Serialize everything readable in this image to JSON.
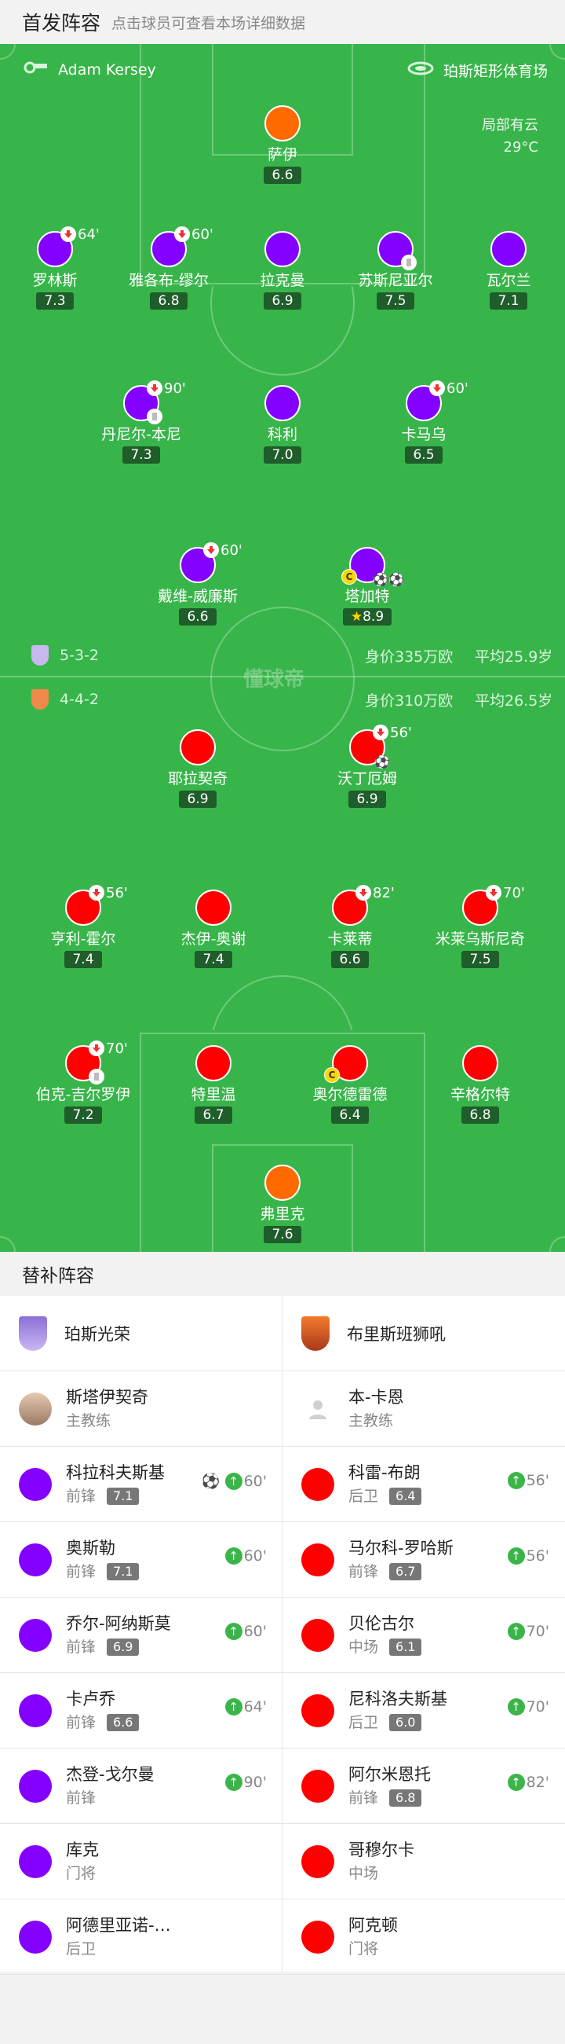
{
  "header": {
    "title": "首发阵容",
    "subtitle": "点击球员可查看本场详细数据"
  },
  "match": {
    "referee": "Adam Kersey",
    "venue": "珀斯矩形体育场",
    "weather": "局部有云",
    "temp": "29°C",
    "watermark": "懂球帝"
  },
  "home": {
    "formation": "5-3-2",
    "value": "身价335万欧",
    "age": "平均25.9岁",
    "players": [
      {
        "name": "萨伊",
        "rating": "6.6",
        "color": "orange"
      },
      {
        "name": "罗林斯",
        "rating": "7.3",
        "sub": "64'"
      },
      {
        "name": "雅各布-缪尔",
        "rating": "6.8",
        "sub": "60'"
      },
      {
        "name": "拉克曼",
        "rating": "6.9"
      },
      {
        "name": "苏斯尼亚尔",
        "rating": "7.5"
      },
      {
        "name": "瓦尔兰",
        "rating": "7.1"
      },
      {
        "name": "丹尼尔-本尼",
        "rating": "7.3",
        "sub": "90'"
      },
      {
        "name": "科利",
        "rating": "7.0"
      },
      {
        "name": "卡马乌",
        "rating": "6.5",
        "sub": "60'"
      },
      {
        "name": "戴维-威廉斯",
        "rating": "6.6",
        "sub": "60'"
      },
      {
        "name": "塔加特",
        "rating": "8.9",
        "captain": "C"
      }
    ]
  },
  "away": {
    "formation": "4-4-2",
    "value": "身价310万欧",
    "age": "平均26.5岁",
    "players": [
      {
        "name": "耶拉契奇",
        "rating": "6.9"
      },
      {
        "name": "沃丁厄姆",
        "rating": "6.9",
        "sub": "56'"
      },
      {
        "name": "亨利-霍尔",
        "rating": "7.4",
        "sub": "56'"
      },
      {
        "name": "杰伊-奥谢",
        "rating": "7.4"
      },
      {
        "name": "卡莱蒂",
        "rating": "6.6",
        "sub": "82'"
      },
      {
        "name": "米莱乌斯尼奇",
        "rating": "7.5",
        "sub": "70'"
      },
      {
        "name": "伯克-吉尔罗伊",
        "rating": "7.2",
        "sub": "70'"
      },
      {
        "name": "特里温",
        "rating": "6.7"
      },
      {
        "name": "奥尔德雷德",
        "rating": "6.4",
        "captain": "C"
      },
      {
        "name": "辛格尔特",
        "rating": "6.8"
      },
      {
        "name": "弗里克",
        "rating": "7.6",
        "color": "orange"
      }
    ]
  },
  "subs": {
    "title": "替补阵容",
    "home": {
      "team": "珀斯光荣",
      "coach": {
        "name": "斯塔伊契奇",
        "role": "主教练"
      },
      "players": [
        {
          "name": "科拉科夫斯基",
          "pos": "前锋",
          "rating": "7.1",
          "time": "60'"
        },
        {
          "name": "奥斯勒",
          "pos": "前锋",
          "rating": "7.1",
          "time": "60'"
        },
        {
          "name": "乔尔-阿纳斯莫",
          "pos": "前锋",
          "rating": "6.9",
          "time": "60'"
        },
        {
          "name": "卡卢乔",
          "pos": "前锋",
          "rating": "6.6",
          "time": "64'"
        },
        {
          "name": "杰登-戈尔曼",
          "pos": "前锋",
          "time": "90'"
        },
        {
          "name": "库克",
          "pos": "门将"
        },
        {
          "name": "阿德里亚诺-…",
          "pos": "后卫"
        }
      ]
    },
    "away": {
      "team": "布里斯班狮吼",
      "coach": {
        "name": "本-卡恩",
        "role": "主教练"
      },
      "players": [
        {
          "name": "科雷-布朗",
          "pos": "后卫",
          "rating": "6.4",
          "time": "56'"
        },
        {
          "name": "马尔科-罗哈斯",
          "pos": "前锋",
          "rating": "6.7",
          "time": "56'"
        },
        {
          "name": "贝伦古尔",
          "pos": "中场",
          "rating": "6.1",
          "time": "70'"
        },
        {
          "name": "尼科洛夫斯基",
          "pos": "后卫",
          "rating": "6.0",
          "time": "70'"
        },
        {
          "name": "阿尔米恩托",
          "pos": "前锋",
          "rating": "6.8",
          "time": "82'"
        },
        {
          "name": "哥穆尔卡",
          "pos": "中场"
        },
        {
          "name": "阿克顿",
          "pos": "门将"
        }
      ]
    }
  }
}
